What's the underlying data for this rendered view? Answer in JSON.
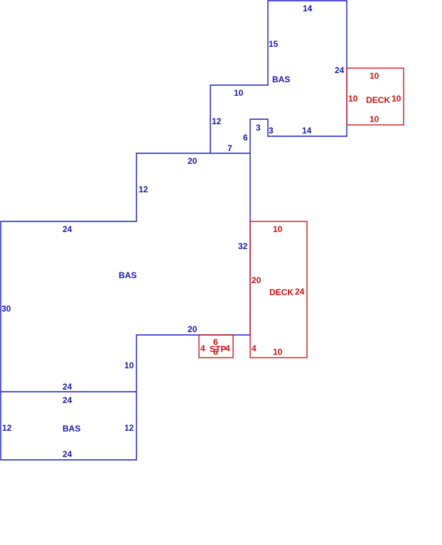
{
  "areas": {
    "bas_upper": {
      "label": "BAS",
      "color": "#1a1aad",
      "dims": [
        "14",
        "15",
        "24",
        "10",
        "12",
        "7",
        "6",
        "3",
        "3",
        "14"
      ]
    },
    "bas_main": {
      "label": "BAS",
      "color": "#1a1aad",
      "dims": [
        "20",
        "12",
        "24",
        "32",
        "30",
        "20",
        "10"
      ]
    },
    "bas_lower": {
      "label": "BAS",
      "color": "#1a1aad",
      "dims": [
        "24",
        "24",
        "12",
        "12",
        "24"
      ]
    },
    "deck_upper": {
      "label": "DECK",
      "color": "#cc1111",
      "dims": [
        "10",
        "10",
        "10",
        "10"
      ]
    },
    "deck_lower": {
      "label": "DECK",
      "color": "#cc1111",
      "dims": [
        "10",
        "20",
        "24",
        "4",
        "10"
      ]
    },
    "stp": {
      "label": "STP",
      "color": "#cc1111",
      "dims": [
        "6",
        "4",
        "4",
        "6"
      ]
    }
  }
}
